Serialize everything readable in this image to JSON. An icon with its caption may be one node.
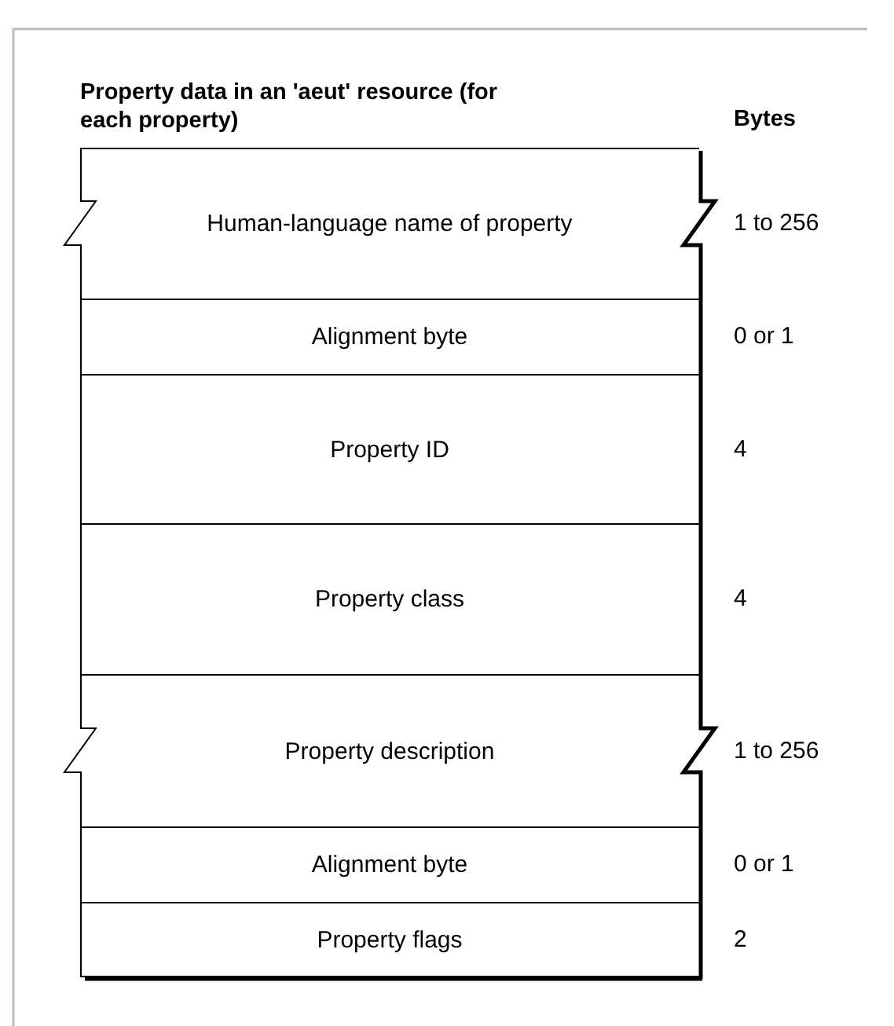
{
  "diagram": {
    "title": "Property data in an 'aeut' resource (for each property)",
    "nodes": [
      {
        "text": [
          "Human-language name of property"
        ],
        "beside": [
          "1 to 256"
        ]
      },
      {
        "text": [
          "Alignment byte"
        ],
        "beside": [
          "0 or 1"
        ]
      },
      {
        "text": [
          "Property ID"
        ],
        "beside": [
          "4"
        ]
      },
      {
        "text": [
          "Property class"
        ],
        "beside": [
          "4"
        ]
      },
      {
        "text": [
          "Property description"
        ],
        "beside": [
          "1 to 256"
        ]
      },
      {
        "text": [
          "Alignment byte"
        ],
        "beside": [
          "0 or 1"
        ]
      },
      {
        "text": [
          "Property flags"
        ],
        "beside": [
          "2"
        ]
      }
    ],
    "edges": [],
    "labels": [
      "Bytes"
    ]
  }
}
